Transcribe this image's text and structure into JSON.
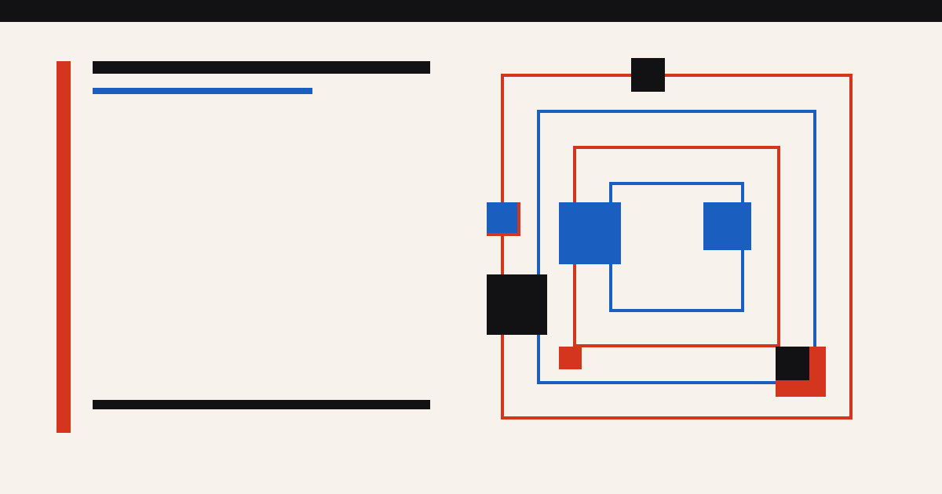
{
  "palette": {
    "background": "#f7f3ec",
    "ink": "#121214",
    "red": "#d4361d",
    "blue": "#1a5fbf"
  },
  "shapes": [
    {
      "name": "frame-outer-red",
      "type": "frame",
      "color": "red"
    },
    {
      "name": "frame-blue-1",
      "type": "frame",
      "color": "blue"
    },
    {
      "name": "frame-red-2",
      "type": "frame",
      "color": "red"
    },
    {
      "name": "frame-inner-blue",
      "type": "frame",
      "color": "blue"
    },
    {
      "name": "block-black-top",
      "type": "block",
      "color": "ink"
    },
    {
      "name": "block-red-left-small",
      "type": "block",
      "color": "red"
    },
    {
      "name": "block-blue-left-small",
      "type": "block",
      "color": "blue"
    },
    {
      "name": "block-blue-left-large",
      "type": "block",
      "color": "blue"
    },
    {
      "name": "block-blue-right",
      "type": "block",
      "color": "blue"
    },
    {
      "name": "block-black-left",
      "type": "block",
      "color": "ink"
    },
    {
      "name": "block-red-lower-small",
      "type": "block",
      "color": "red"
    },
    {
      "name": "block-red-lower-right",
      "type": "block",
      "color": "red"
    },
    {
      "name": "block-black-lower-right",
      "type": "block",
      "color": "ink"
    }
  ]
}
